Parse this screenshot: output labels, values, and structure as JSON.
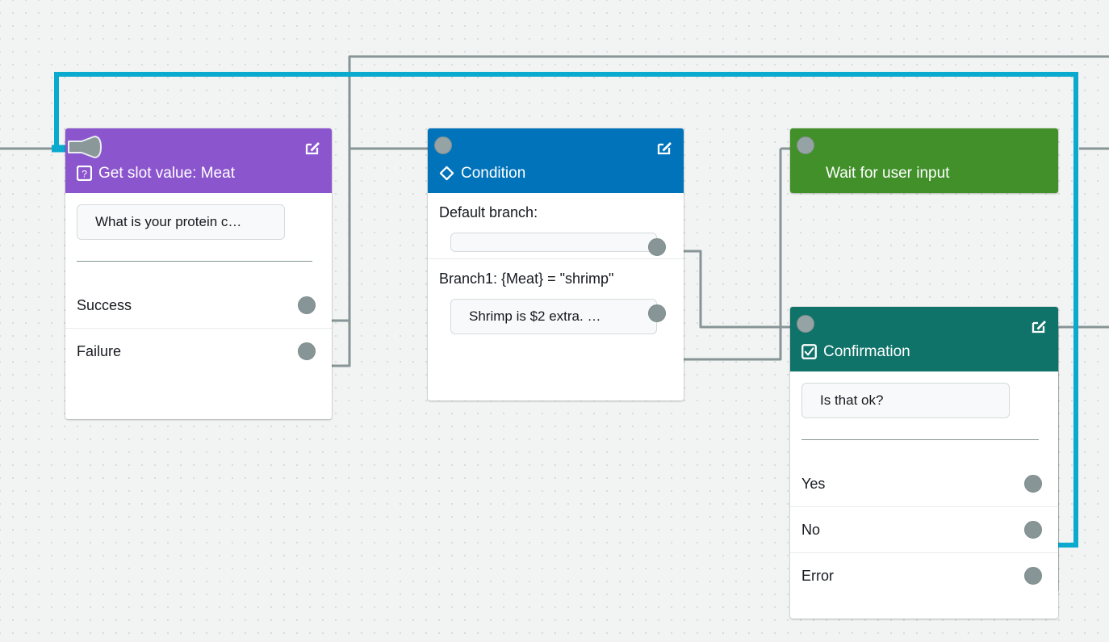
{
  "canvas": {
    "background": "#f2f3f3",
    "dot_color": "#d8dcdc",
    "highlight_color": "#09aace",
    "wire_color": "#879596"
  },
  "nodes": [
    {
      "id": "get-slot-value",
      "title": "Get slot value: Meat",
      "icon": "question-box-icon",
      "header_color": "#8b55ce",
      "input_icon": "speaker-input-icon",
      "edit_icon": "edit-square-icon",
      "prompt": "What is your protein c…",
      "ports": [
        "Success",
        "Failure"
      ]
    },
    {
      "id": "condition",
      "title": "Condition",
      "icon": "diamond-icon",
      "header_color": "#0073bb",
      "input_icon": "input-dot-icon",
      "edit_icon": "edit-square-icon",
      "sections": [
        {
          "label": "Default branch:",
          "prompt": ""
        },
        {
          "label": "Branch1: {Meat} = \"shrimp\"",
          "prompt": "Shrimp is $2 extra. …"
        }
      ]
    },
    {
      "id": "wait-for-user-input",
      "title": "Wait for user input",
      "icon": "none",
      "header_color": "#41902a",
      "input_icon": "input-dot-icon"
    },
    {
      "id": "confirmation",
      "title": "Confirmation",
      "icon": "checkbox-icon",
      "header_color": "#0f7369",
      "input_icon": "input-dot-icon",
      "edit_icon": "edit-square-icon",
      "prompt": "Is that ok?",
      "ports": [
        "Yes",
        "No",
        "Error"
      ]
    }
  ]
}
